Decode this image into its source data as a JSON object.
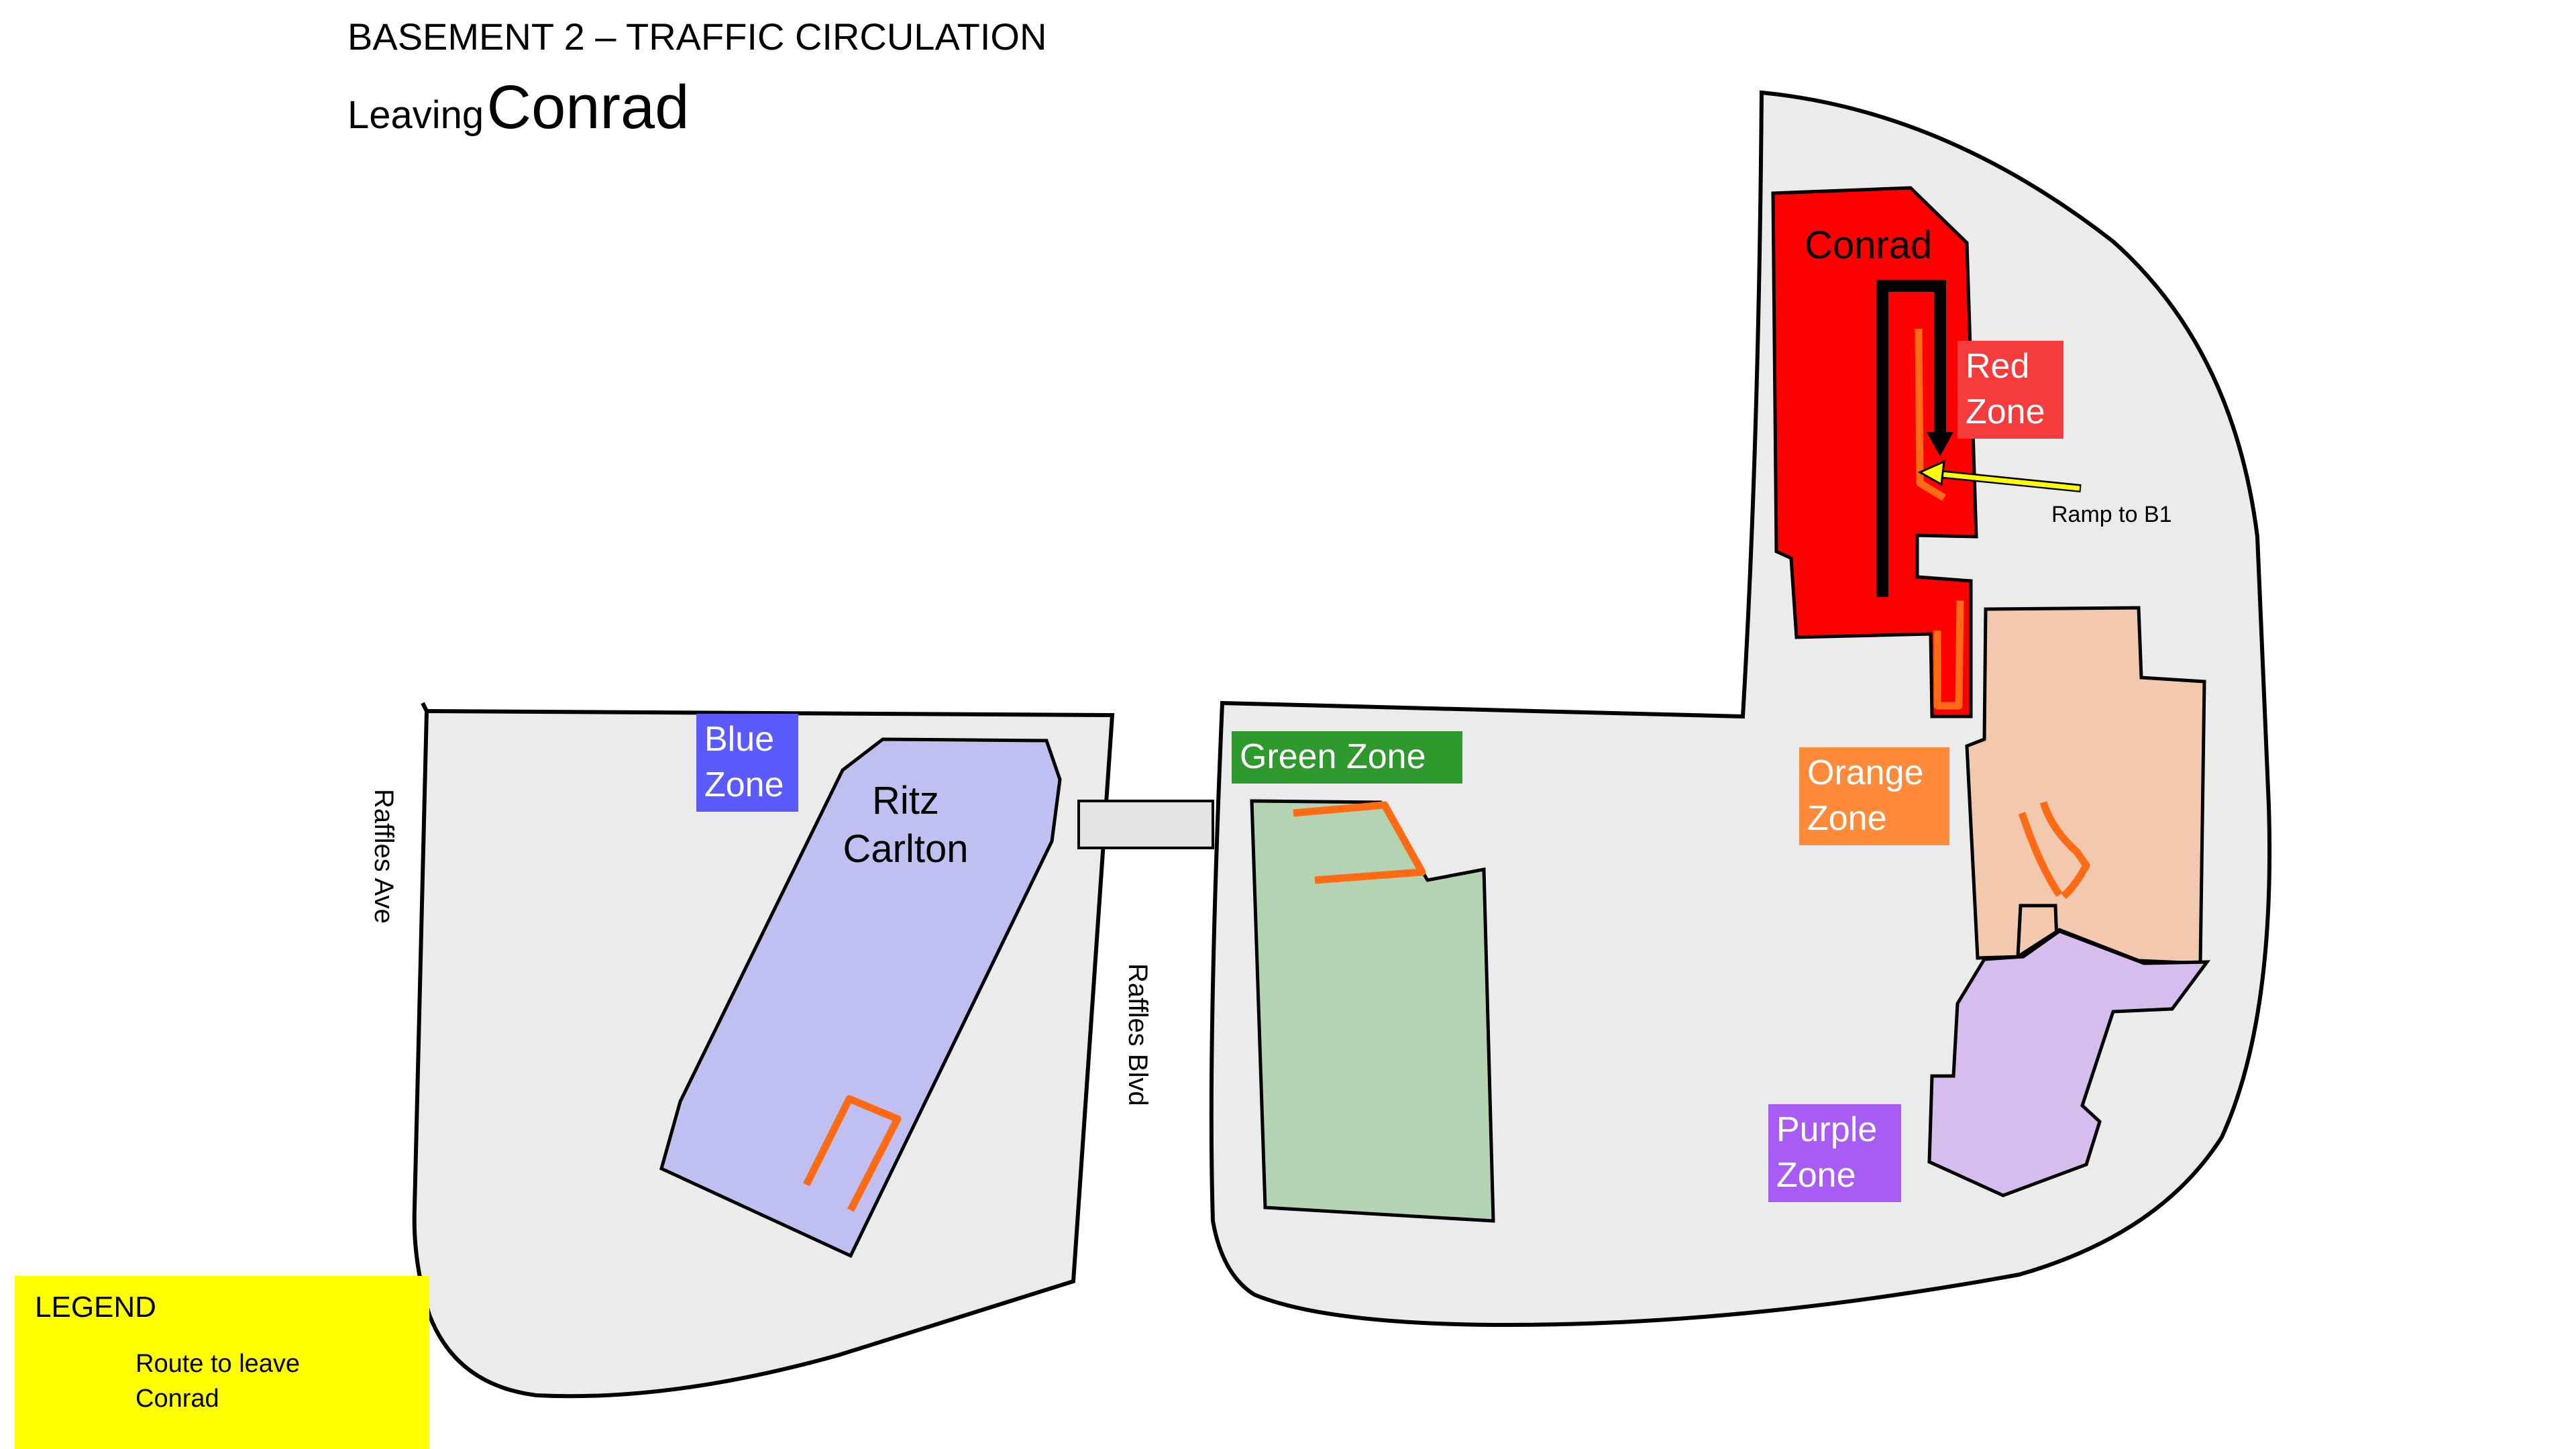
{
  "header": {
    "title": "BASEMENT 2 – TRAFFIC CIRCULATION",
    "subtitle_prefix": "Leaving",
    "subtitle_main": "Conrad"
  },
  "buildings": {
    "conrad": "Conrad",
    "ritz_line1": "Ritz",
    "ritz_line2": "Carlton"
  },
  "zones": {
    "red": {
      "line1": "Red",
      "line2": "Zone",
      "color": "#f53b3b"
    },
    "blue": {
      "line1": "Blue",
      "line2": "Zone",
      "color": "#5a5aff"
    },
    "green": {
      "line1": "Green Zone",
      "color": "#2e9a2e"
    },
    "orange": {
      "line1": "Orange",
      "line2": "Zone",
      "color": "#ff8a3a"
    },
    "purple": {
      "line1": "Purple",
      "line2": "Zone",
      "color": "#a95bf5"
    }
  },
  "roads": {
    "raffles_ave": "Raffles Ave",
    "raffles_blvd": "Raffles Blvd"
  },
  "annotations": {
    "ramp": "Ramp to B1"
  },
  "legend": {
    "title": "LEGEND",
    "route_label": "Route to leave Conrad",
    "background": "#ffff00"
  },
  "colors": {
    "ground": "#ebebeb",
    "conrad_block": "#ff0000",
    "ritz_block": "#bfbff2",
    "green_block": "#b3d3b3",
    "orange_block": "#f2c8ae",
    "purple_block": "#d7bdee",
    "ramp_marks": "#ff6a14",
    "route": "#000000",
    "ramp_arrow": "#ffff00"
  }
}
